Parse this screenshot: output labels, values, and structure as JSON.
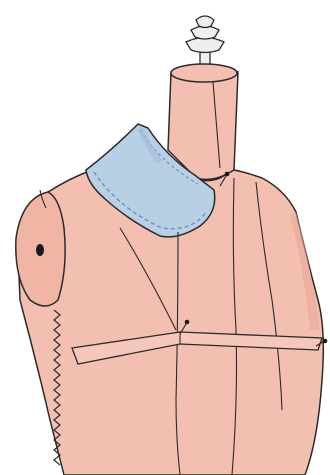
{
  "colors": {
    "background": "#ffffff",
    "body": "#f3bfb0",
    "body_shade": "#e9a898",
    "outline": "#2b2b2b",
    "collar": "#b8d0e6",
    "collar_shade": "#9fbcd8",
    "cap": "#efefef"
  },
  "figure": {
    "subject": "dress-form",
    "pieces": [
      "neck",
      "torso",
      "arm-cap",
      "collar",
      "bodice-strip"
    ],
    "icons": [
      "pin-icon",
      "stand-cap-icon"
    ]
  }
}
